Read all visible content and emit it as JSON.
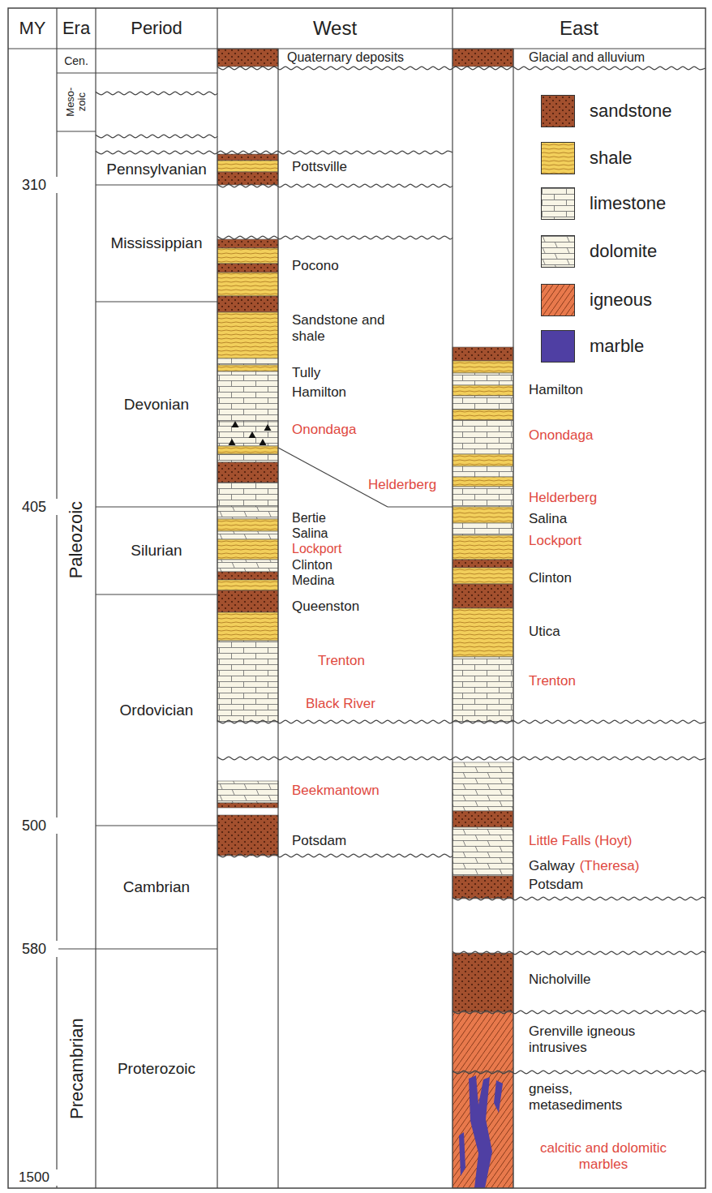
{
  "diagram": {
    "nodes": [
      {
        "text": [
          "MY"
        ]
      },
      {
        "text": [
          "Era"
        ]
      },
      {
        "text": [
          "Period"
        ]
      },
      {
        "text": [
          "West"
        ]
      },
      {
        "text": [
          "East"
        ]
      },
      {
        "text": [
          "Cen."
        ]
      },
      {
        "text": [
          "Meso- zoic"
        ]
      },
      {
        "text": [
          "Paleozoic"
        ]
      },
      {
        "text": [
          "Precambrian"
        ]
      },
      {
        "text": [
          "Pennsylvanian"
        ]
      },
      {
        "text": [
          "Mississippian"
        ]
      },
      {
        "text": [
          "Devonian"
        ]
      },
      {
        "text": [
          "Silurian"
        ]
      },
      {
        "text": [
          "Ordovician"
        ]
      },
      {
        "text": [
          "Cambrian"
        ]
      },
      {
        "text": [
          "Proterozoic"
        ]
      }
    ],
    "labels": [
      "310",
      "405",
      "500",
      "580",
      "1500",
      "Quaternary deposits",
      "Pottsville",
      "Pocono",
      "Sandstone and shale",
      "Tully",
      "Hamilton",
      "Onondaga",
      "Helderberg",
      "Bertie",
      "Salina",
      "Lockport",
      "Clinton",
      "Medina",
      "Queenston",
      "Trenton",
      "Black River",
      "Beekmantown",
      "Potsdam",
      "Glacial and alluvium",
      "Hamilton",
      "Onondaga",
      "Helderberg",
      "Salina",
      "Lockport",
      "Clinton",
      "Utica",
      "Trenton",
      "Little Falls (Hoyt)",
      "Galway",
      "(Theresa)",
      "Potsdam",
      "Nicholville",
      "Grenville igneous intrusives",
      "gneiss, metasediments",
      "calcitic and dolomitic marbles"
    ],
    "legend": [
      {
        "text": "sandstone",
        "color": "#a3502e"
      },
      {
        "text": "shale",
        "color": "#f2cf5b"
      },
      {
        "text": "limestone",
        "color": "#f8f5e6"
      },
      {
        "text": "dolomite",
        "color": "#f8f5e6"
      },
      {
        "text": "igneous",
        "color": "#e8794c"
      },
      {
        "text": "marble",
        "color": "#4f3fa3"
      }
    ]
  }
}
